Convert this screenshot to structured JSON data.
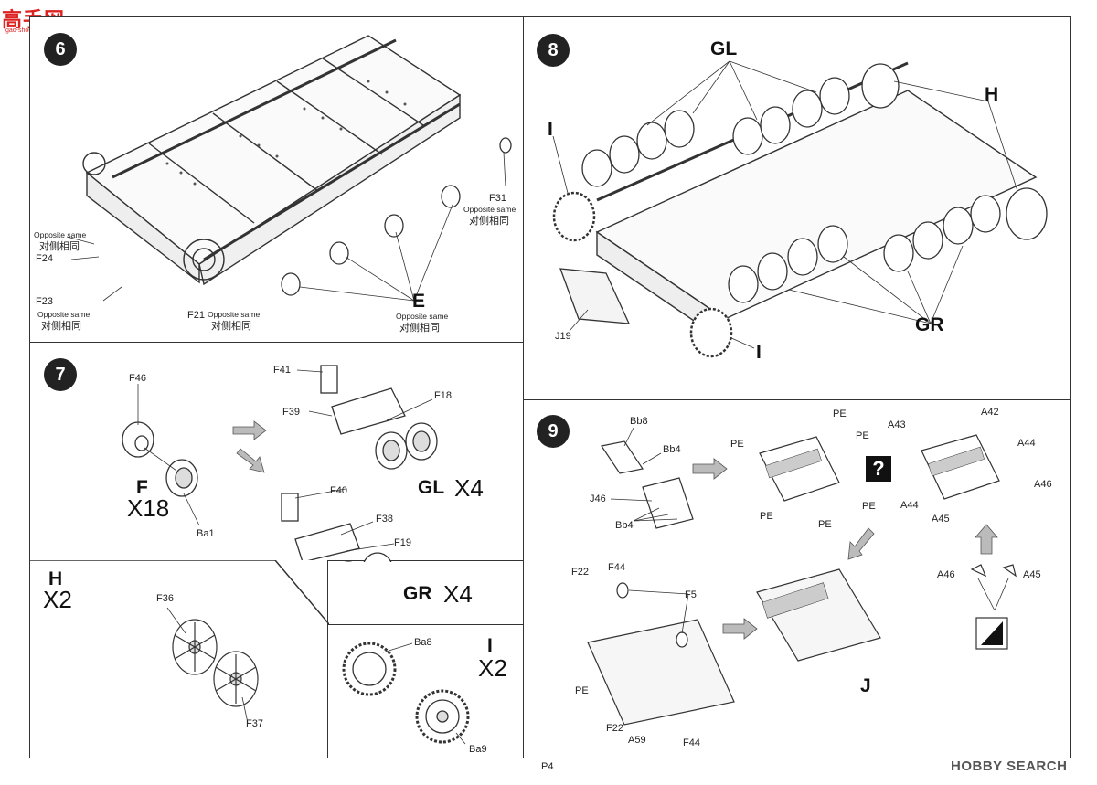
{
  "watermark": {
    "logo": "高手网",
    "sub": "gao-shou.com"
  },
  "footer": {
    "page": "P4",
    "brand": "HOBBY SEARCH"
  },
  "step6": {
    "number": "6",
    "labels": {
      "f31": "F31",
      "f31_en": "Opposite same",
      "f31_cn": "对侧相同",
      "f24_en": "Opposite same",
      "f24_cn": "对侧相同",
      "f24": "F24",
      "f23": "F23",
      "f23_en": "Opposite same",
      "f23_cn": "对侧相同",
      "f21": "F21",
      "f21_en": "Opposite same",
      "f21_cn": "对侧相同",
      "e": "E",
      "e_en": "Opposite same",
      "e_cn": "对侧相同"
    }
  },
  "step7": {
    "number": "7",
    "labels": {
      "f46": "F46",
      "f_big": "F",
      "f_qty": "X18",
      "ba1": "Ba1",
      "f41": "F41",
      "f39": "F39",
      "f18": "F18",
      "gl": "GL",
      "gl_qty": "X4",
      "f40": "F40",
      "f38": "F38",
      "f19": "F19",
      "gr": "GR",
      "gr_qty": "X4"
    }
  },
  "stepH": {
    "letter": "H",
    "qty": "X2",
    "f36": "F36",
    "f37": "F37"
  },
  "stepI": {
    "letter": "I",
    "qty": "X2",
    "ba8": "Ba8",
    "ba9": "Ba9"
  },
  "step8": {
    "number": "8",
    "labels": {
      "gl": "GL",
      "h": "H",
      "i_top": "I",
      "i_bottom": "I",
      "gr": "GR",
      "j19": "J19"
    }
  },
  "step9": {
    "number": "9",
    "labels": {
      "bb8": "Bb8",
      "bb4_a": "Bb4",
      "j46": "J46",
      "bb4_b": "Bb4",
      "pe_1": "PE",
      "pe_2": "PE",
      "pe_3": "PE",
      "pe_4": "PE",
      "pe_5": "PE",
      "pe_6": "PE",
      "a43": "A43",
      "a42": "A42",
      "a44_a": "A44",
      "a46_a": "A46",
      "a44_b": "A44",
      "a45_a": "A45",
      "a46_b": "A46",
      "a45_b": "A45",
      "f22_a": "F22",
      "f44_a": "F44",
      "f5": "F5",
      "pe_7": "PE",
      "f22_b": "F22",
      "a59": "A59",
      "f44_b": "F44",
      "j": "J"
    }
  }
}
